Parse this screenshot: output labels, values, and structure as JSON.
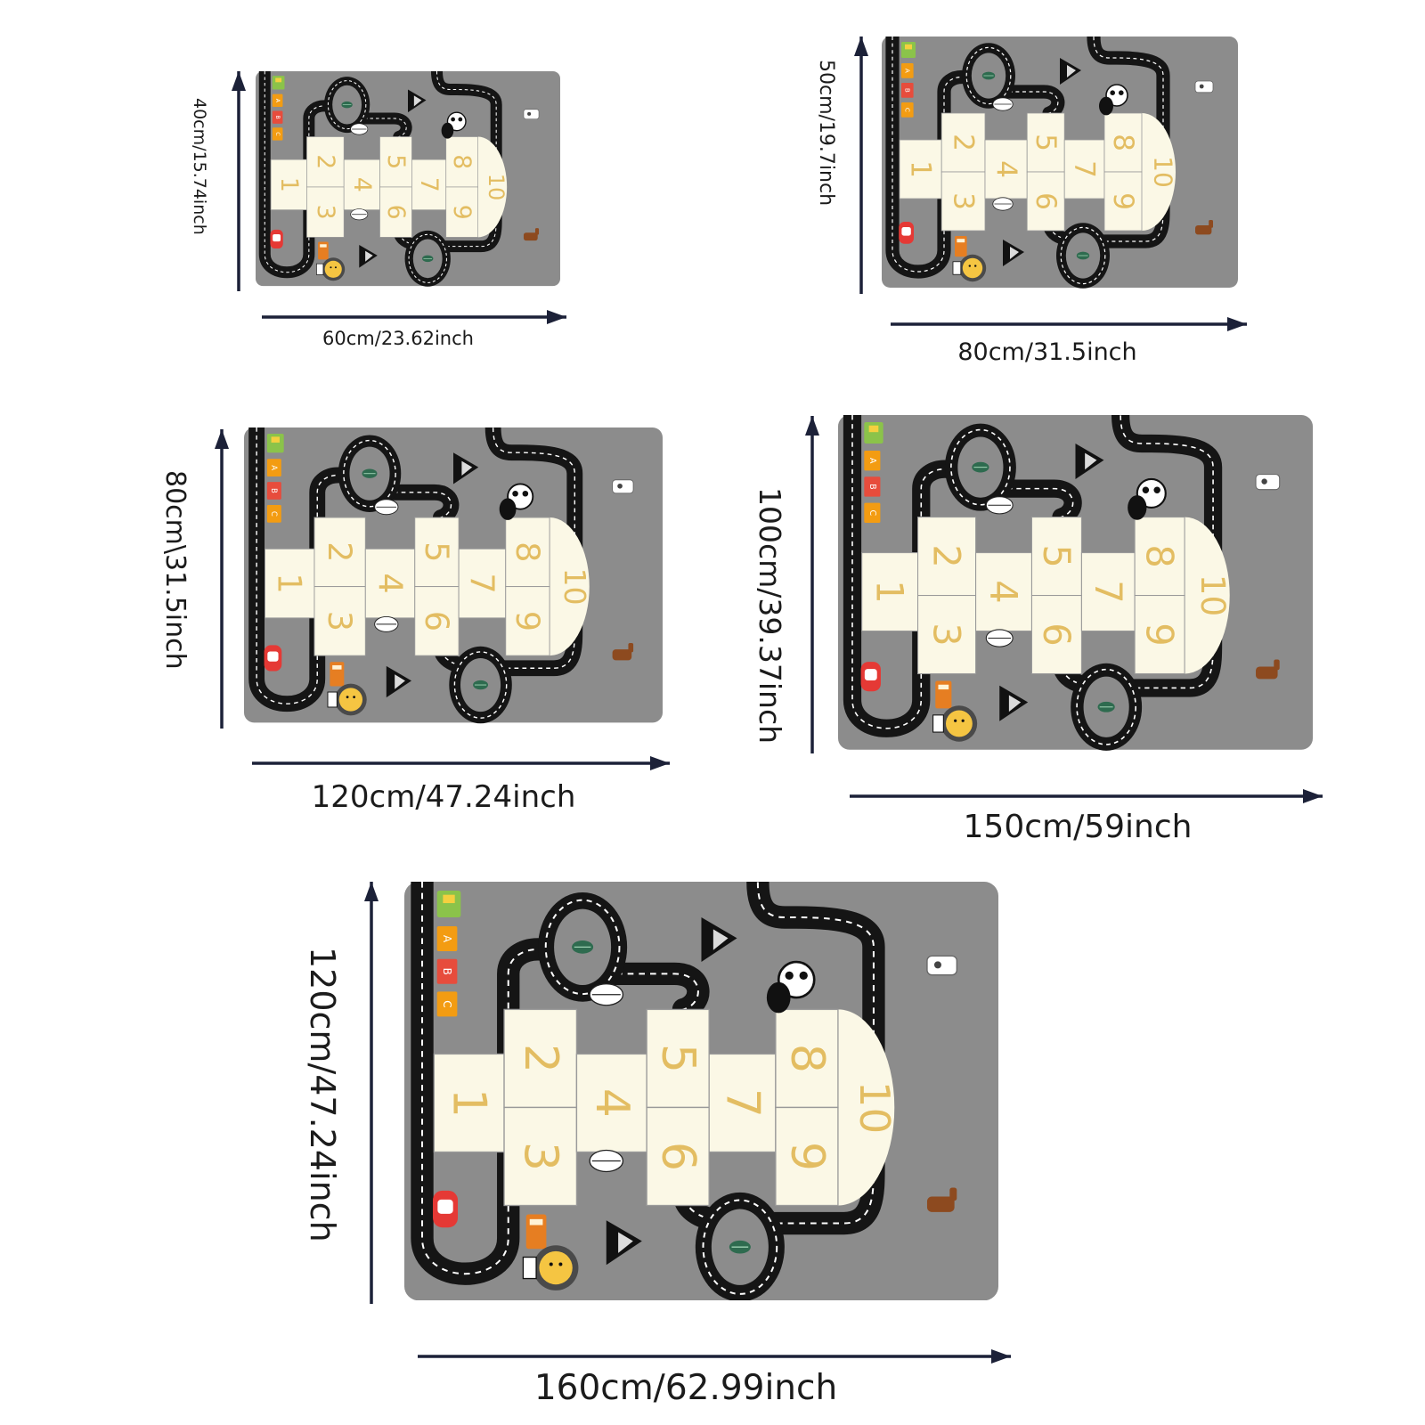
{
  "colors": {
    "mat": "#8c8c8c",
    "road": "#151515",
    "road_dash": "#ffffff",
    "tile": "#fbf8e6",
    "tile_number": "#e3bd62",
    "arrow": "#1c2138"
  },
  "rugs": [
    {
      "id": "rug-60x40",
      "width_label": "60cm/23.62inch",
      "height_label": "40cm/15.74inch"
    },
    {
      "id": "rug-80x50",
      "width_label": "80cm/31.5inch",
      "height_label": "50cm/19.7inch"
    },
    {
      "id": "rug-120x80",
      "width_label": "120cm/47.24inch",
      "height_label": "80cm\\31.5inch"
    },
    {
      "id": "rug-150x100",
      "width_label": "150cm/59inch",
      "height_label": "100cm/39.37inch"
    },
    {
      "id": "rug-160x120",
      "width_label": "160cm/62.99inch",
      "height_label": "120cm/47.24inch"
    }
  ],
  "hopscotch_numbers": [
    "1",
    "2",
    "3",
    "4",
    "5",
    "6",
    "7",
    "8",
    "9",
    "10"
  ],
  "train_letters": [
    "A",
    "B",
    "C"
  ],
  "decorations": [
    "train-icon",
    "car-icon",
    "bus-icon",
    "roundabout-icon",
    "mountain-icon",
    "panda-icon",
    "cow-icon",
    "horse-icon",
    "lion-icon",
    "tree-icon",
    "leaf-icon"
  ]
}
